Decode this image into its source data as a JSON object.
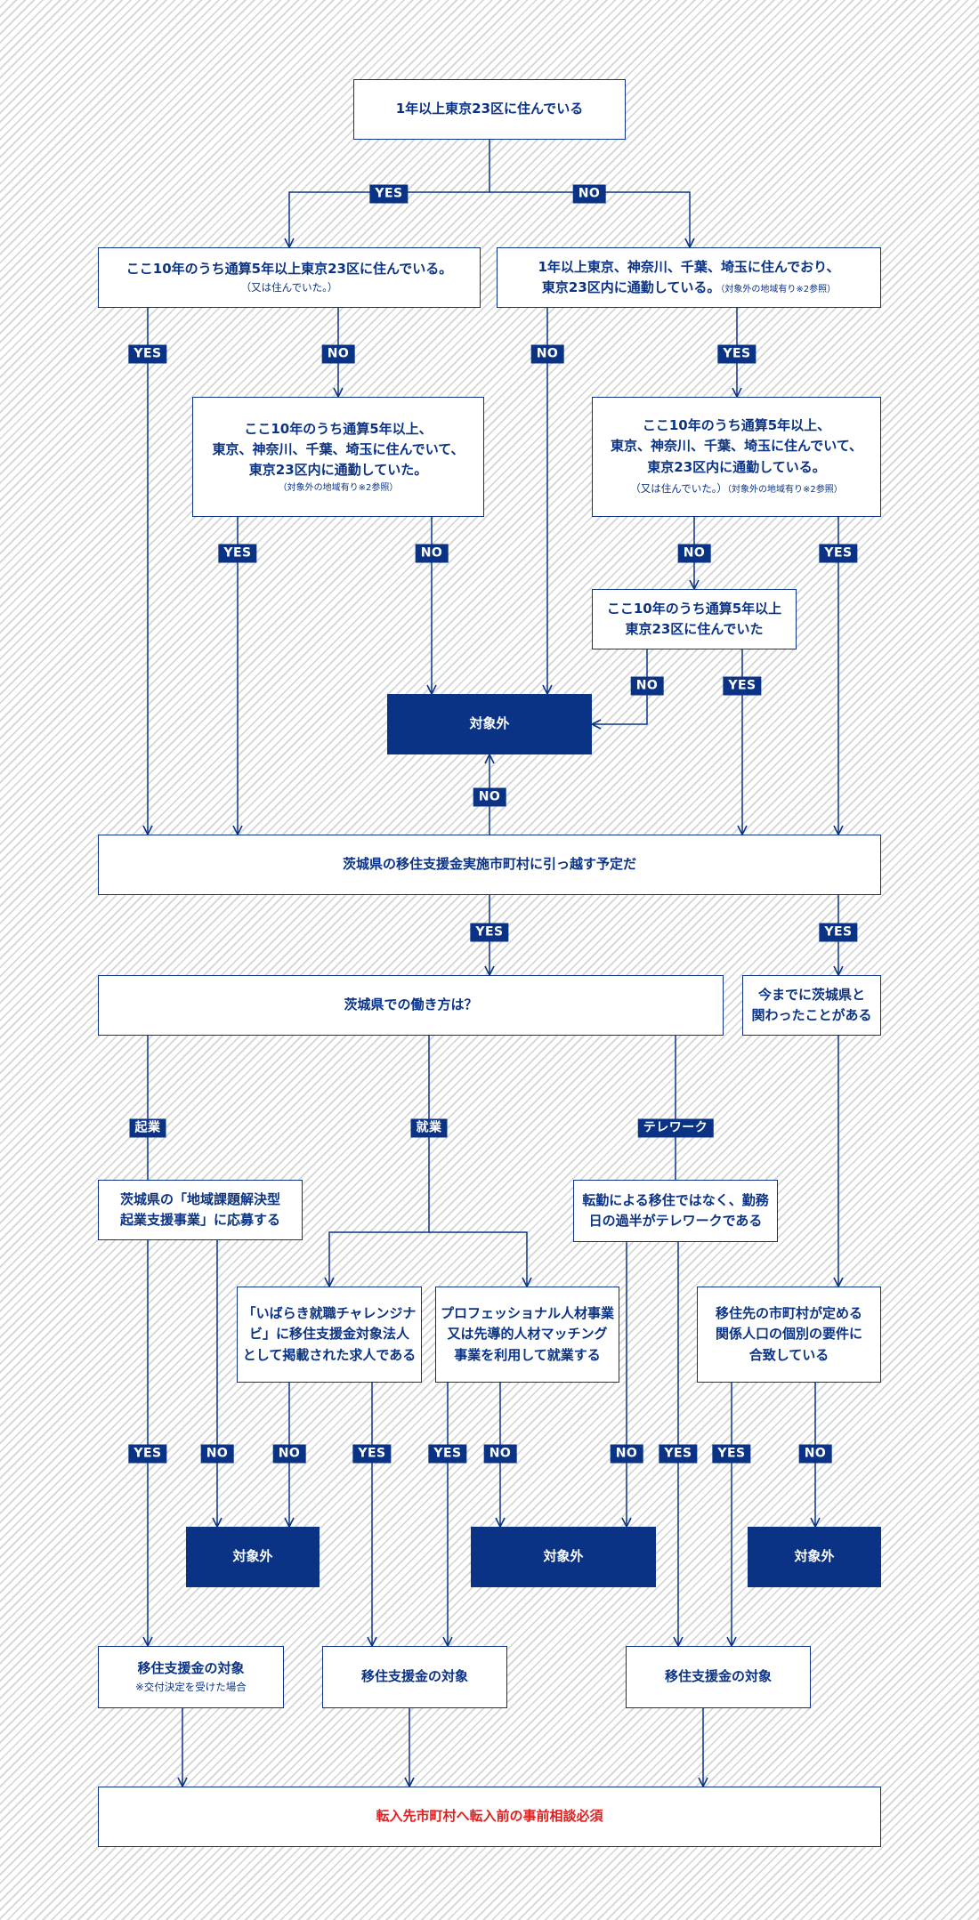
{
  "labels": {
    "yes": "YES",
    "no": "NO",
    "kigyo": "起業",
    "shugyo": "就業",
    "telework": "テレワーク"
  },
  "q1": {
    "line1": "1年以上東京23区に住んでいる"
  },
  "q2": {
    "line1": "ここ10年のうち通算5年以上東京23区に住んでいる。",
    "line2": "（又は住んでいた。）"
  },
  "q3": {
    "line1": "1年以上東京、神奈川、千葉、埼玉に住んでおり、",
    "line2": "東京23区内に通勤している。",
    "note": "（対象外の地域有り※2参照）"
  },
  "q4": {
    "line1": "ここ10年のうち通算5年以上、",
    "line2": "東京、神奈川、千葉、埼玉に住んでいて、",
    "line3": "東京23区内に通勤していた。",
    "note": "（対象外の地域有り※2参照）"
  },
  "q5": {
    "line1": "ここ10年のうち通算5年以上、",
    "line2": "東京、神奈川、千葉、埼玉に住んでいて、",
    "line3": "東京23区内に通勤している。",
    "line4": "（又は住んでいた。）",
    "note": "（対象外の地域有り※2参照）"
  },
  "q6": {
    "line1": "ここ10年のうち通算5年以上",
    "line2": "東京23区に住んでいた"
  },
  "excluded": {
    "label": "対象外"
  },
  "q7": {
    "line1": "茨城県の移住支援金実施市町村に引っ越す予定だ"
  },
  "q8": {
    "line1": "茨城県での働き方は？"
  },
  "q9": {
    "line1": "今までに茨城県と",
    "line2": "関わったことがある"
  },
  "q10": {
    "line1": "茨城県の「地域課題解決型",
    "line2": "起業支援事業」に応募する"
  },
  "q11": {
    "line1": "転勤による移住ではなく、勤務",
    "line2": "日の過半がテレワークである"
  },
  "q12": {
    "line1": "「いばらき就職チャレンジナ",
    "line2": "ビ」に移住支援金対象法人",
    "line3": "として掲載された求人である"
  },
  "q13": {
    "line1": "プロフェッショナル人材事業",
    "line2": "又は先導的人材マッチング",
    "line3": "事業を利用して就業する"
  },
  "q14": {
    "line1": "移住先の市町村が定める",
    "line2": "関係人口の個別の要件に",
    "line3": "合致している"
  },
  "result1": {
    "line1": "移住支援金の対象",
    "sub": "※交付決定を受けた場合"
  },
  "result2": {
    "line1": "移住支援金の対象"
  },
  "result3": {
    "line1": "移住支援金の対象"
  },
  "final": {
    "line1": "転入先市町村へ転入前の事前相談必須"
  },
  "colors": {
    "navy": "#0b3385",
    "red": "#e02020",
    "white": "#ffffff"
  }
}
